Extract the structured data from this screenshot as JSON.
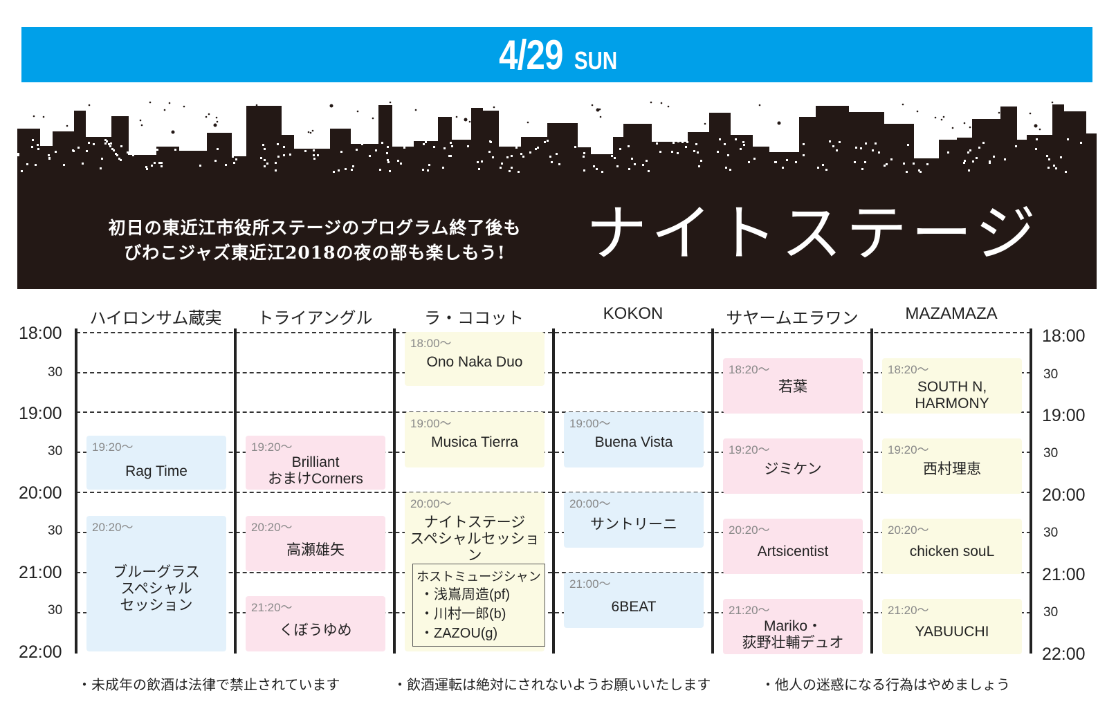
{
  "date": {
    "day": "4/29",
    "weekday": "SUN"
  },
  "banner": {
    "subtitle_line1": "初日の東近江市役所ステージのプログラム終了後も",
    "subtitle_line2": "びわこジャズ東近江2018の夜の部も楽しもう!",
    "title": "ナイトステージ"
  },
  "venues": [
    "ハイロンサム蔵実",
    "トライアングル",
    "ラ・ココット",
    "KOKON",
    "サヤームエラワン",
    "MAZAMAZA"
  ],
  "time_labels": [
    "18:00",
    "30",
    "19:00",
    "30",
    "20:00",
    "30",
    "21:00",
    "30",
    "22:00"
  ],
  "programs": [
    {
      "time": "19:20〜",
      "name": "Rag Time"
    },
    {
      "time": "20:20〜",
      "name": "ブルーグラス\nスペシャル\nセッション"
    },
    {
      "time": "19:20〜",
      "name": "Brilliant\nおまけCorners"
    },
    {
      "time": "20:20〜",
      "name": "高瀬雄矢"
    },
    {
      "time": "21:20〜",
      "name": "くぼうゆめ"
    },
    {
      "time": "18:00〜",
      "name": "Ono Naka Duo"
    },
    {
      "time": "19:00〜",
      "name": "Musica Tierra"
    },
    {
      "time": "20:00〜",
      "name": "ナイトステージ\nスペシャルセッション"
    },
    {
      "time": "19:00〜",
      "name": "Buena Vista"
    },
    {
      "time": "20:00〜",
      "name": "サントリーニ"
    },
    {
      "time": "21:00〜",
      "name": "6BEAT"
    },
    {
      "time": "18:20〜",
      "name": "若葉"
    },
    {
      "time": "19:20〜",
      "name": "ジミケン"
    },
    {
      "time": "20:20〜",
      "name": "Artsicentist"
    },
    {
      "time": "21:20〜",
      "name": "Mariko・\n荻野壮輔デュオ"
    },
    {
      "time": "18:20〜",
      "name": "SOUTH N,\nHARMONY"
    },
    {
      "time": "19:20〜",
      "name": "西村理恵"
    },
    {
      "time": "20:20〜",
      "name": "chicken souL"
    },
    {
      "time": "21:20〜",
      "name": "YABUUCHI"
    }
  ],
  "host": {
    "heading": "ホストミュージシャン",
    "members": [
      "・浅嶌周造(pf)",
      "・川村一郎(b)",
      "・ZAZOU(g)"
    ]
  },
  "footer": [
    "・未成年の飲酒は法律で禁止されています",
    "・飲酒運転は絶対にされないようお願いいたします",
    "・他人の迷惑になる行為はやめましょう"
  ],
  "colors": {
    "accent": "#00a0e9",
    "banner": "#231815",
    "blue_block": "#e3f1fb",
    "pink_block": "#fce3ec",
    "yellow_block": "#fbfae3"
  }
}
